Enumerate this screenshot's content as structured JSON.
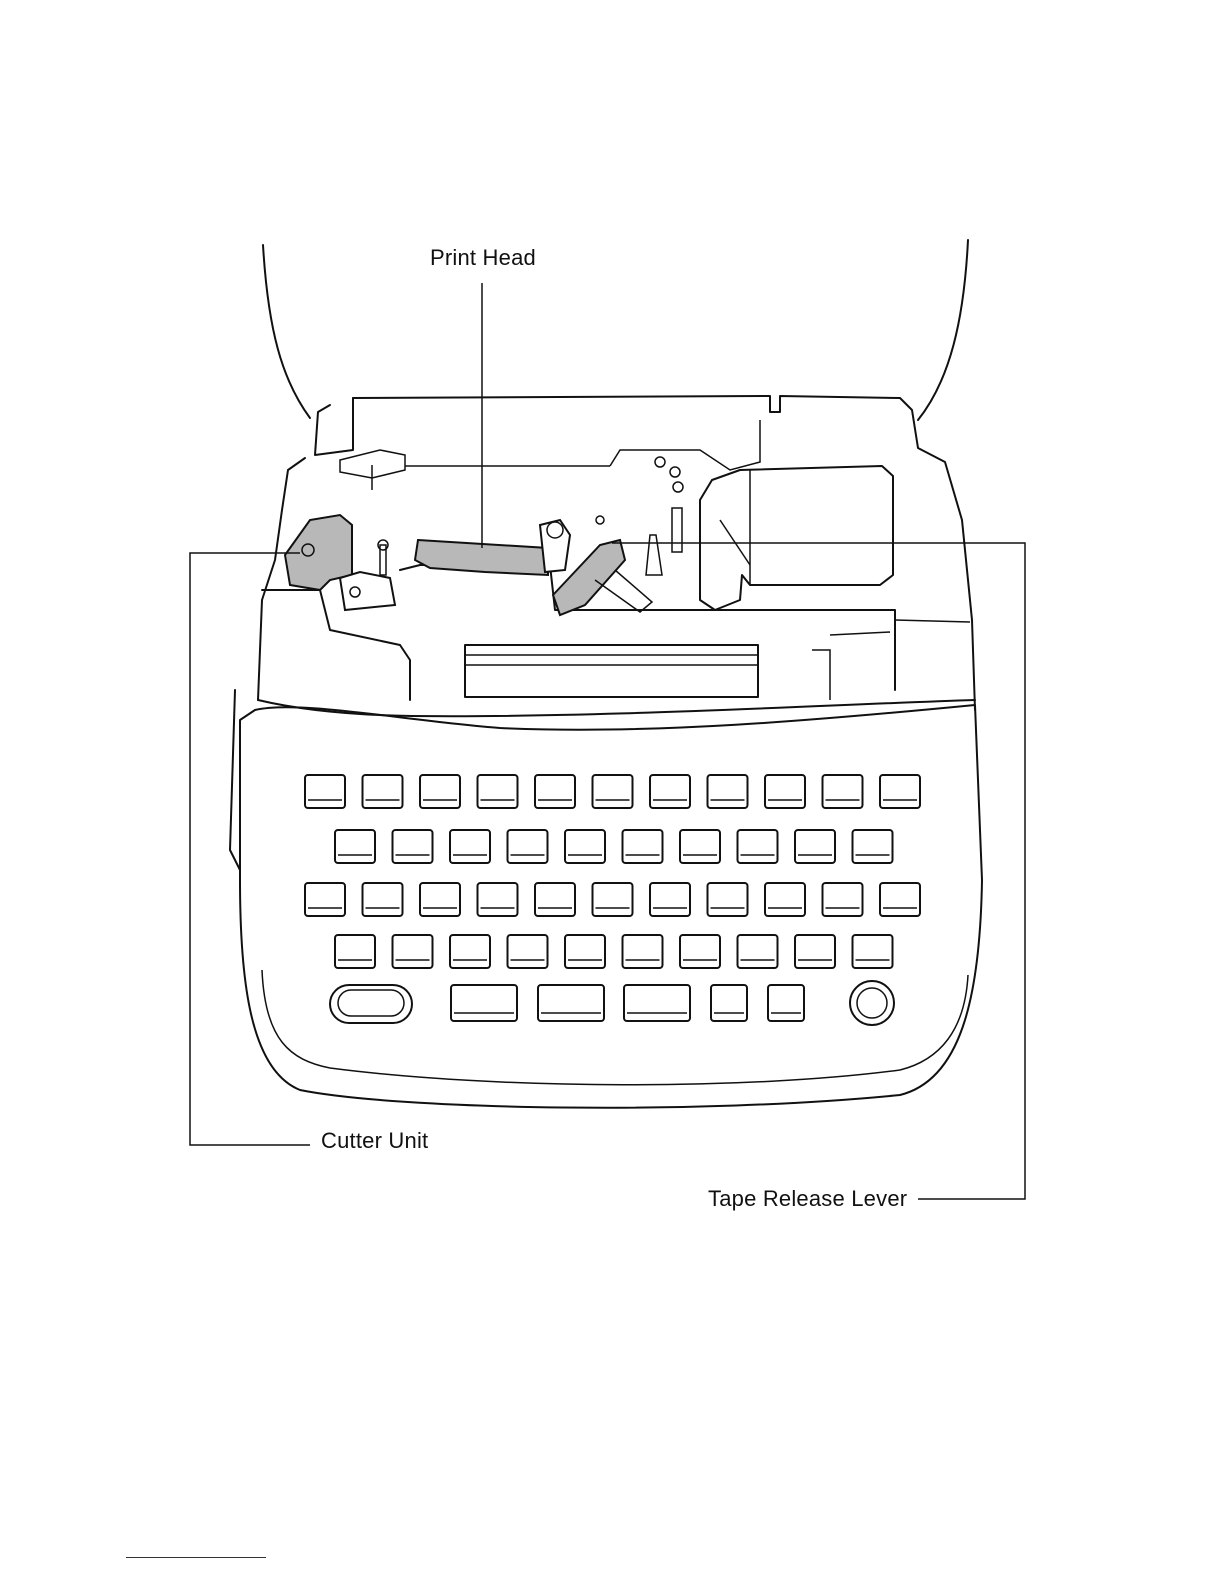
{
  "labels": {
    "print_head": "Print Head",
    "cutter_unit": "Cutter Unit",
    "tape_release_lever": "Tape Release Lever"
  },
  "keyboard": {
    "rows": [
      11,
      10,
      11,
      10
    ],
    "bottom_row": [
      "oval-key",
      "wide-key",
      "wide-key",
      "wide-key",
      "square-key",
      "square-key",
      "round-key"
    ]
  },
  "colors": {
    "line": "#111111",
    "shade": "#b8b8b8",
    "background": "#ffffff"
  }
}
